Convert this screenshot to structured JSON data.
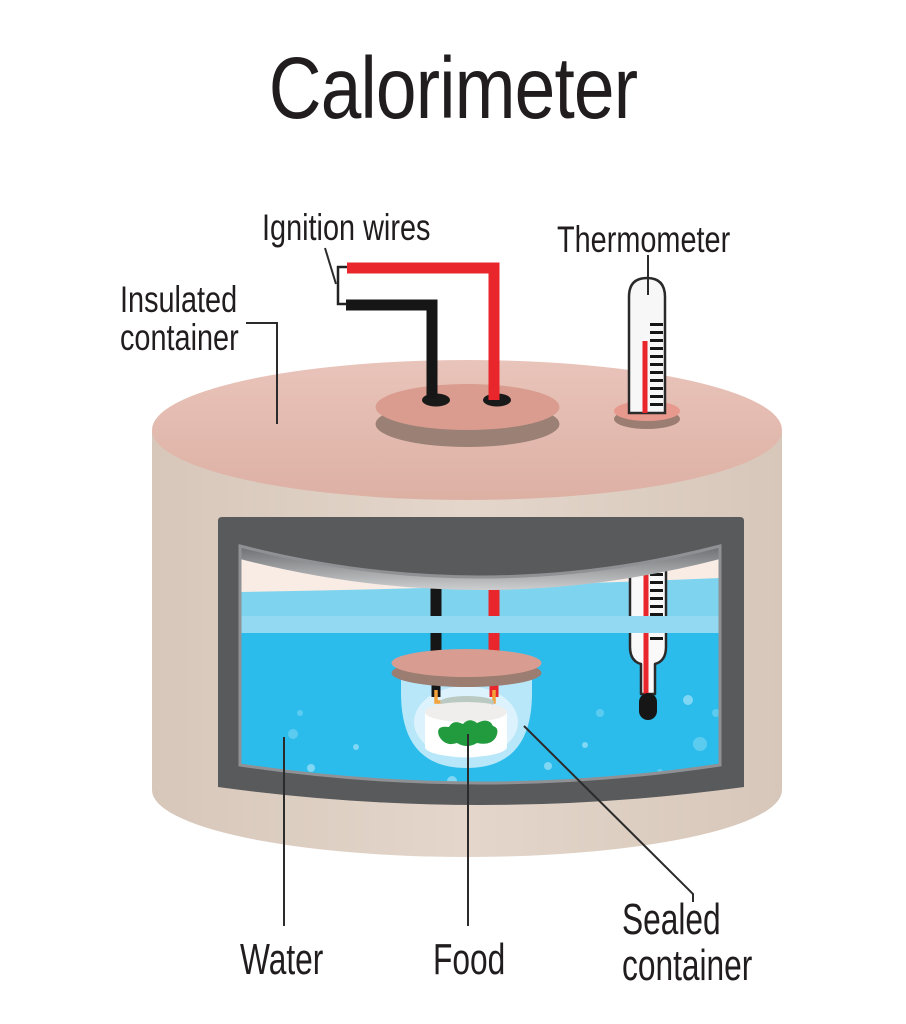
{
  "title": "Calorimeter",
  "labels": {
    "ignition_wires": "Ignition wires",
    "thermometer": "Thermometer",
    "insulated_container_line1": "Insulated",
    "insulated_container_line2": "container",
    "water": "Water",
    "food": "Food",
    "sealed_container_line1": "Sealed",
    "sealed_container_line2": "container"
  },
  "colors": {
    "container_body_beige": "#ded0c5",
    "container_top_pink": "#e2b7ac",
    "plug_pink": "#d99c8e",
    "plug_rim_brown": "#9b8076",
    "grommet_pink": "#e7998e",
    "vessel_lid_pink": "#d89d90",
    "vessel_lid_rim": "#9b7d72",
    "frame_gray": "#595a5c",
    "inner_air_pink": "#f8ece5",
    "water_band_light": "#7ed3ef",
    "water_surface_stripe": "#93d9f2",
    "water_deep_blue": "#2bbcec",
    "vessel_blue": "#b7e7f8",
    "crucible_white": "#ffffff",
    "food_green": "#229b3e",
    "igniter_orange": "#f3a23c",
    "wire_red": "#e8262c",
    "wire_black": "#161616",
    "leader_line": "#2b2b2b",
    "text": "#211d1e"
  }
}
